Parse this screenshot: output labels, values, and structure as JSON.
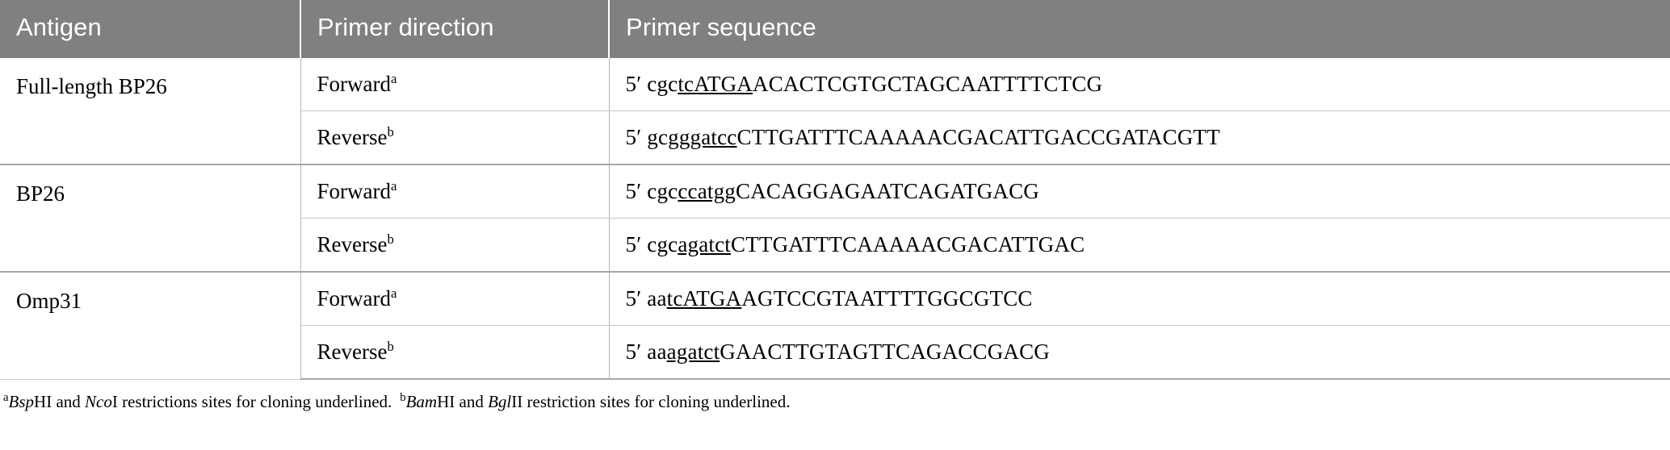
{
  "table": {
    "headers": {
      "antigen": "Antigen",
      "direction": "Primer direction",
      "sequence": "Primer sequence"
    },
    "header_bg": "#808080",
    "header_text_color": "#ffffff",
    "rule_color": "#a6a6a6",
    "rows": [
      {
        "antigen": "Full-length BP26",
        "rowspan": 2,
        "entries": [
          {
            "direction": "Forward",
            "direction_sup": "a",
            "seq_prefix": "5′ cgc",
            "seq_underlined": "tcATGA",
            "seq_suffix": "ACACTCGTGCTAGCAATTTTCTCG"
          },
          {
            "direction": "Reverse",
            "direction_sup": "b",
            "seq_prefix": "5′ gc",
            "seq_underlined": "gggatcc",
            "seq_suffix": "CTTGATTTCAAAAACGACATTGACCGATACGTT"
          }
        ]
      },
      {
        "antigen": "BP26",
        "rowspan": 2,
        "entries": [
          {
            "direction": "Forward",
            "direction_sup": "a",
            "seq_prefix": "5′ cgc",
            "seq_underlined": "ccatgg",
            "seq_suffix": "CACAGGAGAATCAGATGACG"
          },
          {
            "direction": "Reverse",
            "direction_sup": "b",
            "seq_prefix": "5′ cgc",
            "seq_underlined": "agatct",
            "seq_suffix": "CTTGATTTCAAAAACGACATTGAC"
          }
        ]
      },
      {
        "antigen": "Omp31",
        "rowspan": 2,
        "entries": [
          {
            "direction": "Forward",
            "direction_sup": "a",
            "seq_prefix": "5′ aa",
            "seq_underlined": "tcATGA",
            "seq_suffix": "AGTCCGTAATTTTGGCGTCC"
          },
          {
            "direction": "Reverse",
            "direction_sup": "b",
            "seq_prefix": "5′ aa",
            "seq_underlined": "agatct",
            "seq_suffix": "GAACTTGTAGTTCAGACCGACG"
          }
        ]
      }
    ]
  },
  "footnote": {
    "a_marker": "a",
    "a_enzyme1_italic": "Bsp",
    "a_enzyme1_rest": "HI and ",
    "a_enzyme2_italic": "Nco",
    "a_enzyme2_rest": "I restrictions sites for cloning underlined.",
    "b_marker": "b",
    "b_enzyme1_italic": "Bam",
    "b_enzyme1_rest": "HI and ",
    "b_enzyme2_italic": "Bgl",
    "b_enzyme2_rest": "II restriction sites for cloning underlined."
  }
}
